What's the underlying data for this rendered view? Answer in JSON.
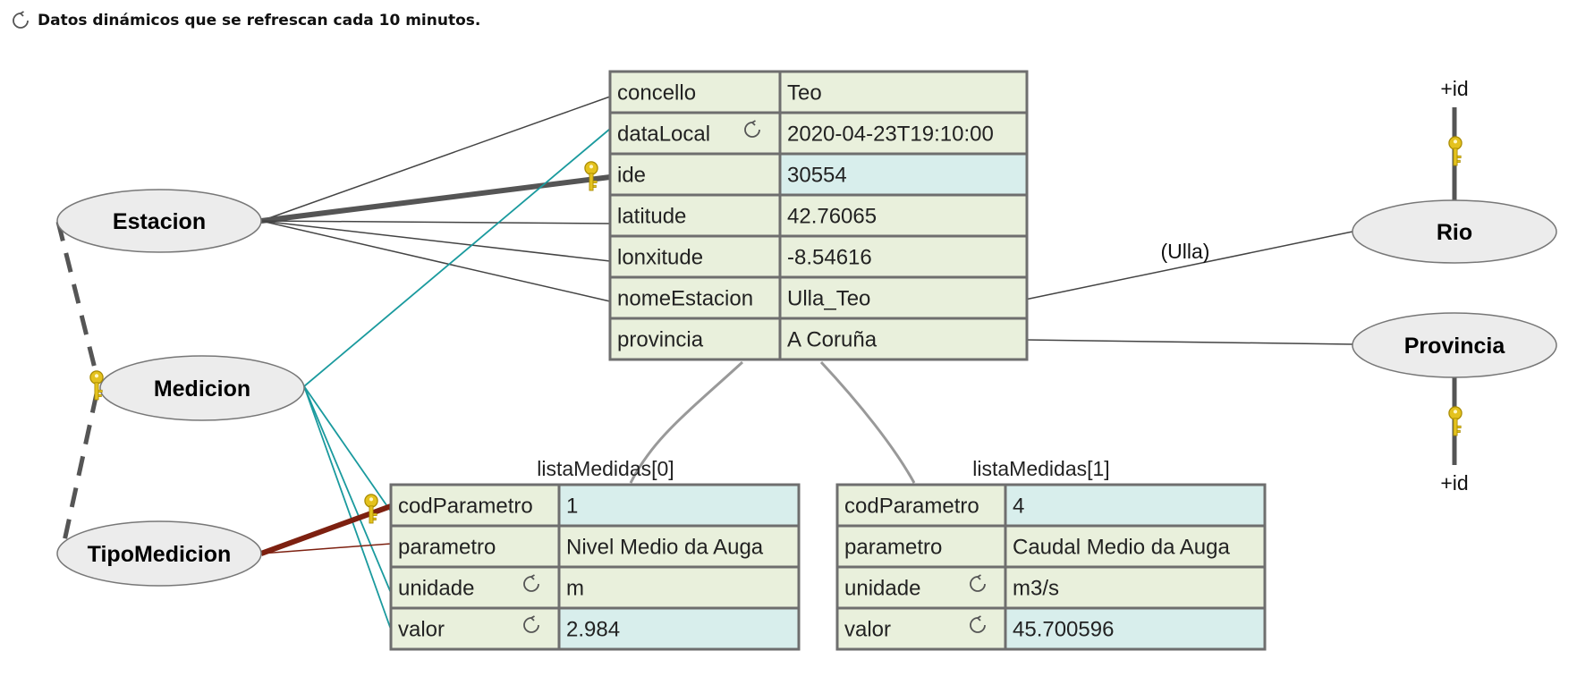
{
  "notice": {
    "icon": "refresh-icon",
    "text": "Datos dinámicos que se refrescan cada 10 minutos."
  },
  "colors": {
    "cell_green": "#e9f0dc",
    "cell_cyan": "#d8eeec",
    "cell_border": "#6e6e6e",
    "ellipse_fill": "#ececec",
    "teal_link": "#1a9a9e",
    "dark_red_link": "#7d2010",
    "key_gold": "#e4c21e"
  },
  "entities": {
    "estacion": "Estacion",
    "medicion": "Medicion",
    "tipo_medicion": "TipoMedicion",
    "rio": "Rio",
    "provincia": "Provincia"
  },
  "labels": {
    "rio_value": "(Ulla)",
    "rio_id": "+id",
    "provincia_id": "+id"
  },
  "station_table": {
    "rows": [
      {
        "key": "concello",
        "value": "Teo"
      },
      {
        "key": "dataLocal",
        "value": "2020-04-23T19:10:00",
        "refresh": true
      },
      {
        "key": "ide",
        "value": "30554",
        "highlight": true
      },
      {
        "key": "latitude",
        "value": "42.76065"
      },
      {
        "key": "lonxitude",
        "value": "-8.54616"
      },
      {
        "key": "nomeEstacion",
        "value": "Ulla_Teo"
      },
      {
        "key": "provincia",
        "value": "A Coruña"
      }
    ]
  },
  "measure_tables": [
    {
      "title": "listaMedidas[0]",
      "rows": [
        {
          "key": "codParametro",
          "value": "1",
          "highlight": true
        },
        {
          "key": "parametro",
          "value": "Nivel Medio da Auga"
        },
        {
          "key": "unidade",
          "value": "m",
          "refresh": true
        },
        {
          "key": "valor",
          "value": "2.984",
          "refresh": true,
          "highlight": true
        }
      ]
    },
    {
      "title": "listaMedidas[1]",
      "rows": [
        {
          "key": "codParametro",
          "value": "4",
          "highlight": true
        },
        {
          "key": "parametro",
          "value": "Caudal Medio da Auga"
        },
        {
          "key": "unidade",
          "value": "m3/s",
          "refresh": true
        },
        {
          "key": "valor",
          "value": "45.700596",
          "refresh": true,
          "highlight": true
        }
      ]
    }
  ]
}
